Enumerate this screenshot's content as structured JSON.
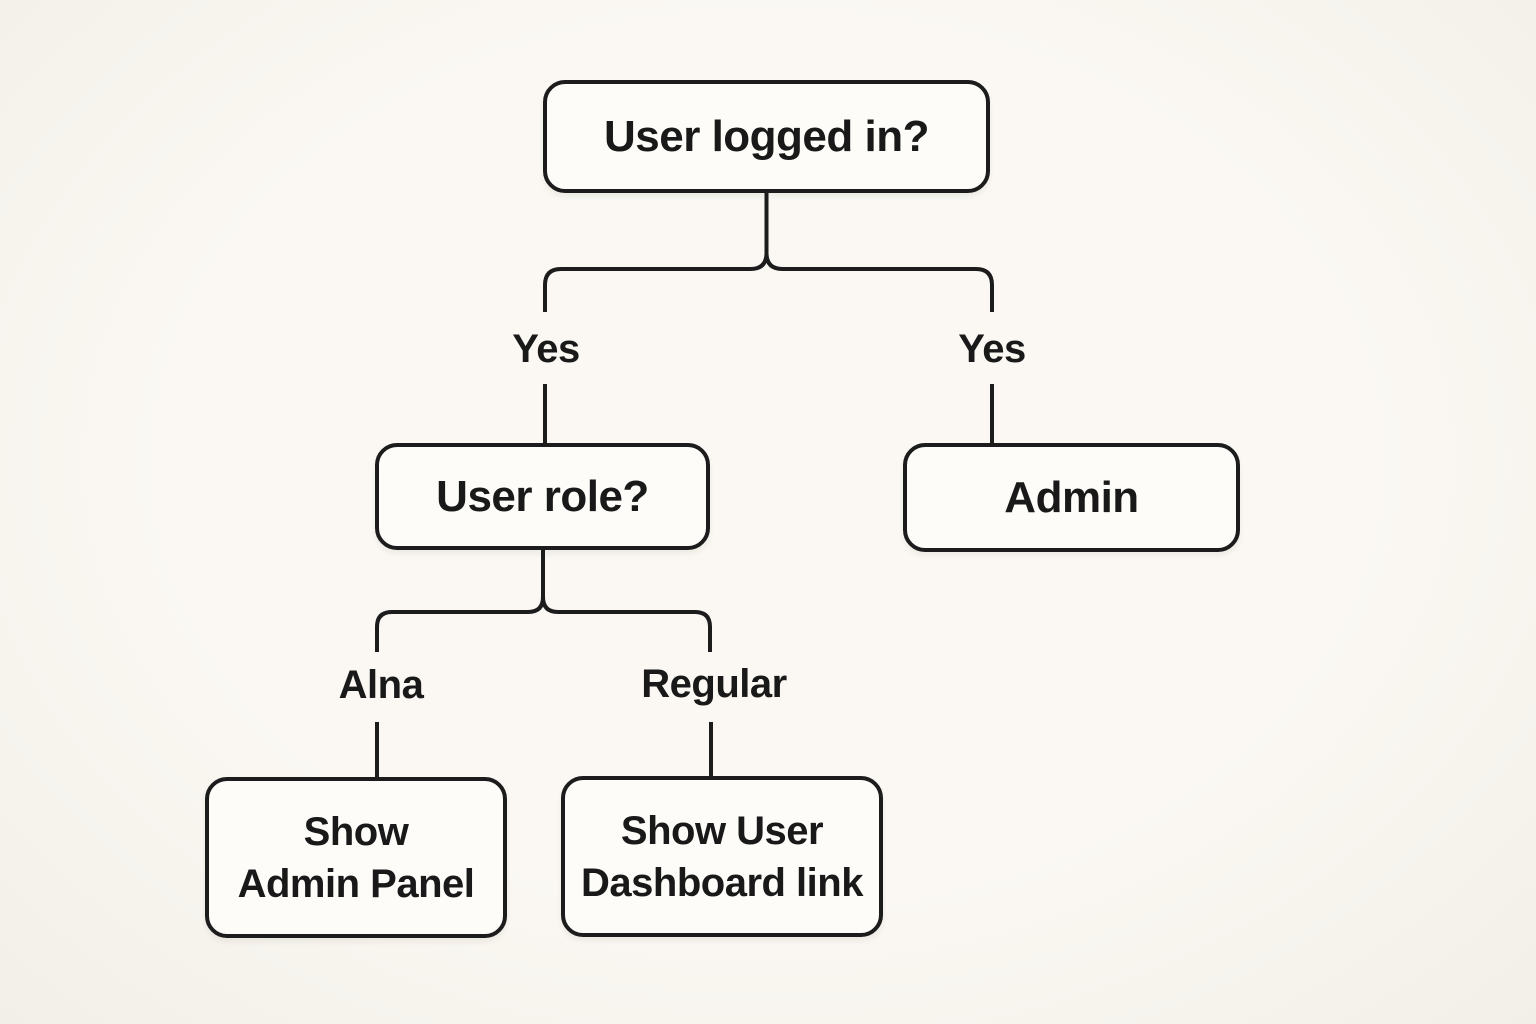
{
  "flowchart": {
    "nodes": {
      "root": {
        "label": "User logged in?"
      },
      "user_role": {
        "label": "User role?"
      },
      "admin": {
        "label": "Admin"
      },
      "show_admin_panel": {
        "line1": "Show",
        "line2": "Admin Panel"
      },
      "show_user_dashboard": {
        "line1": "Show User",
        "line2": "Dashboard link"
      }
    },
    "edge_labels": {
      "root_left": "Yes",
      "root_right": "Yes",
      "role_left": "Alna",
      "role_right": "Regular"
    },
    "colors": {
      "background": "#f8f5ef",
      "node_fill": "#fdfcf8",
      "stroke": "#1c1c1c",
      "text": "#191919"
    }
  }
}
